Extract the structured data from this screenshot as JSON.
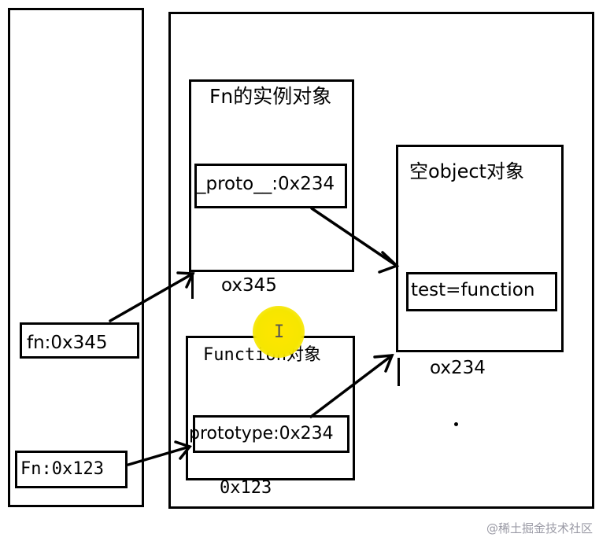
{
  "diagram": {
    "stack": {
      "fn_ref": "fn:0x345",
      "Fn_ref": "Fn:0x123"
    },
    "heap": {
      "fn_instance": {
        "title": "Fn的实例对象",
        "proto_field": "_proto__:0x234",
        "address": "ox345"
      },
      "function_object": {
        "title": "Function对象",
        "prototype_field": "prototype:0x234",
        "address": "0x123"
      },
      "empty_object": {
        "title": "空object对象",
        "test_field": "test=function",
        "address": "ox234"
      }
    }
  },
  "watermark": "@稀土掘金技术社区",
  "colors": {
    "line": "#000000",
    "cursor_highlight": "#f6e600",
    "watermark": "#9a9aa5"
  },
  "icons": {
    "cursor": "text-cursor-icon"
  }
}
